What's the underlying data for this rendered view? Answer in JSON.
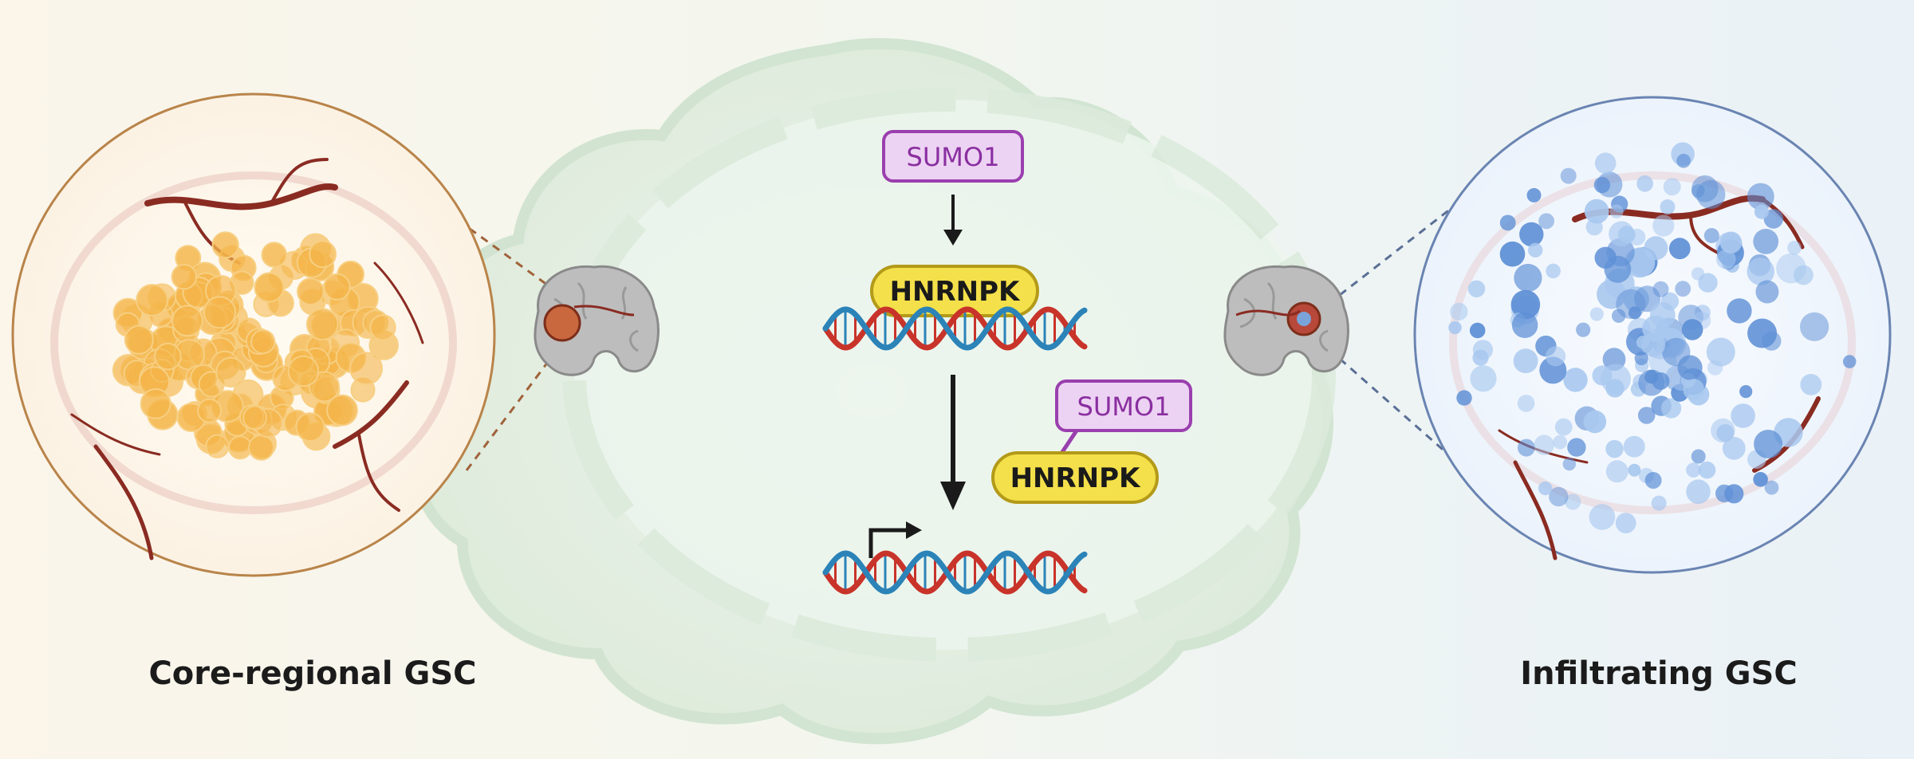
{
  "figure": {
    "core_label": "Core-regional GSC",
    "infiltrating_label": "Infiltrating GSC",
    "pathway": {
      "sumo_top": "SUMO1",
      "hnrnpk_top": "HNRNPK",
      "sumo_bound": "SUMO1",
      "hnrnpk_bound": "HNRNPK"
    },
    "colors": {
      "sumo_fill": "#edd3f3",
      "sumo_border": "#9a3fae",
      "sumo_text": "#8a2fa0",
      "hnrnpk_fill": "#f4e04a",
      "hnrnpk_border": "#b39a18",
      "dna_red": "#c8332a",
      "dna_blue": "#2b83b8",
      "core_cells": "#f4b54a",
      "infiltrating_cells": "#5f90d6",
      "vessel": "#8a2b22",
      "cell_membrane": "#cfe3cf"
    },
    "icons": [
      "brain-slice-core-icon",
      "brain-slice-infiltrating-icon",
      "arrow-down-icon",
      "transcription-start-arrow-icon"
    ]
  }
}
